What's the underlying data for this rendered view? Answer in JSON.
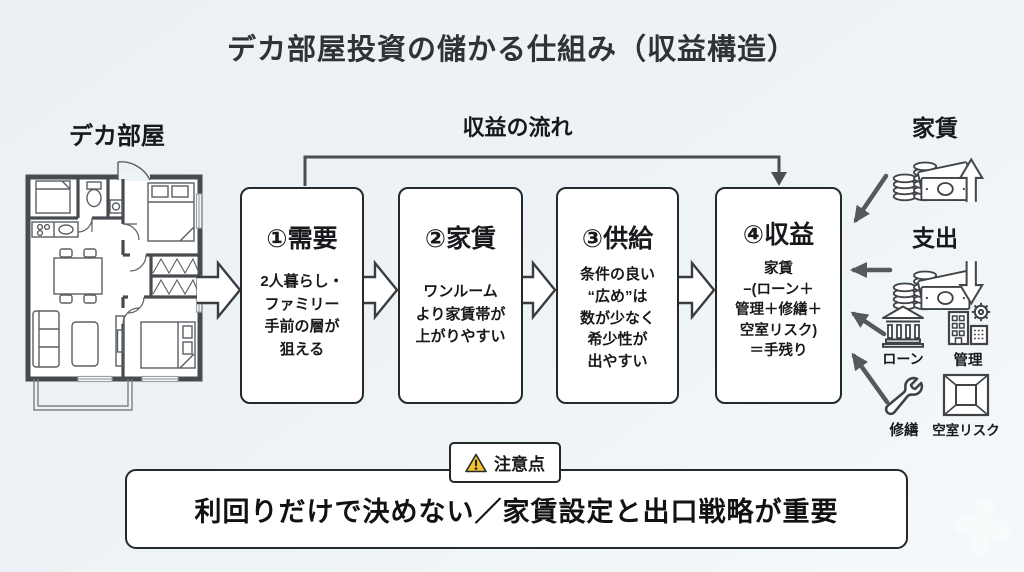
{
  "title": "デカ部屋投資の儲かる仕組み（収益構造）",
  "floorplan": {
    "label": "デカ部屋"
  },
  "flow": {
    "label": "収益の流れ",
    "steps": [
      {
        "heading": "①需要",
        "body": "2人暮らし・\nファミリー\n手前の層が\n狙える"
      },
      {
        "heading": "②家賃",
        "body": "ワンルーム\nより家賃帯が\n上がりやすい"
      },
      {
        "heading": "③供給",
        "body": "条件の良い\n“広め”は\n数が少なく\n希少性が\n出やすい"
      },
      {
        "heading": "④収益",
        "body": "家賃\n−(ローン＋\n管理＋修繕＋\n空室リスク)\n＝手残り"
      }
    ]
  },
  "income": {
    "label": "家賃",
    "icon": "money-up-icon"
  },
  "expense": {
    "label": "支出",
    "icon": "money-down-icon",
    "items": [
      {
        "label": "ローン",
        "icon": "bank-icon"
      },
      {
        "label": "管理",
        "icon": "building-gear-icon"
      },
      {
        "label": "修繕",
        "icon": "wrench-icon"
      },
      {
        "label": "空室リスク",
        "icon": "vacancy-room-icon"
      }
    ]
  },
  "note": {
    "badge": "注意点",
    "badge_icon": "warning-triangle-icon",
    "text": "利回りだけで決めない／家賃設定と出口戦略が重要"
  },
  "colors": {
    "background": "#eef3f6",
    "box_border": "#26292c",
    "arrow_gray": "#55595e",
    "wall_gray": "#474b50",
    "warning_yellow": "#f2c230"
  }
}
